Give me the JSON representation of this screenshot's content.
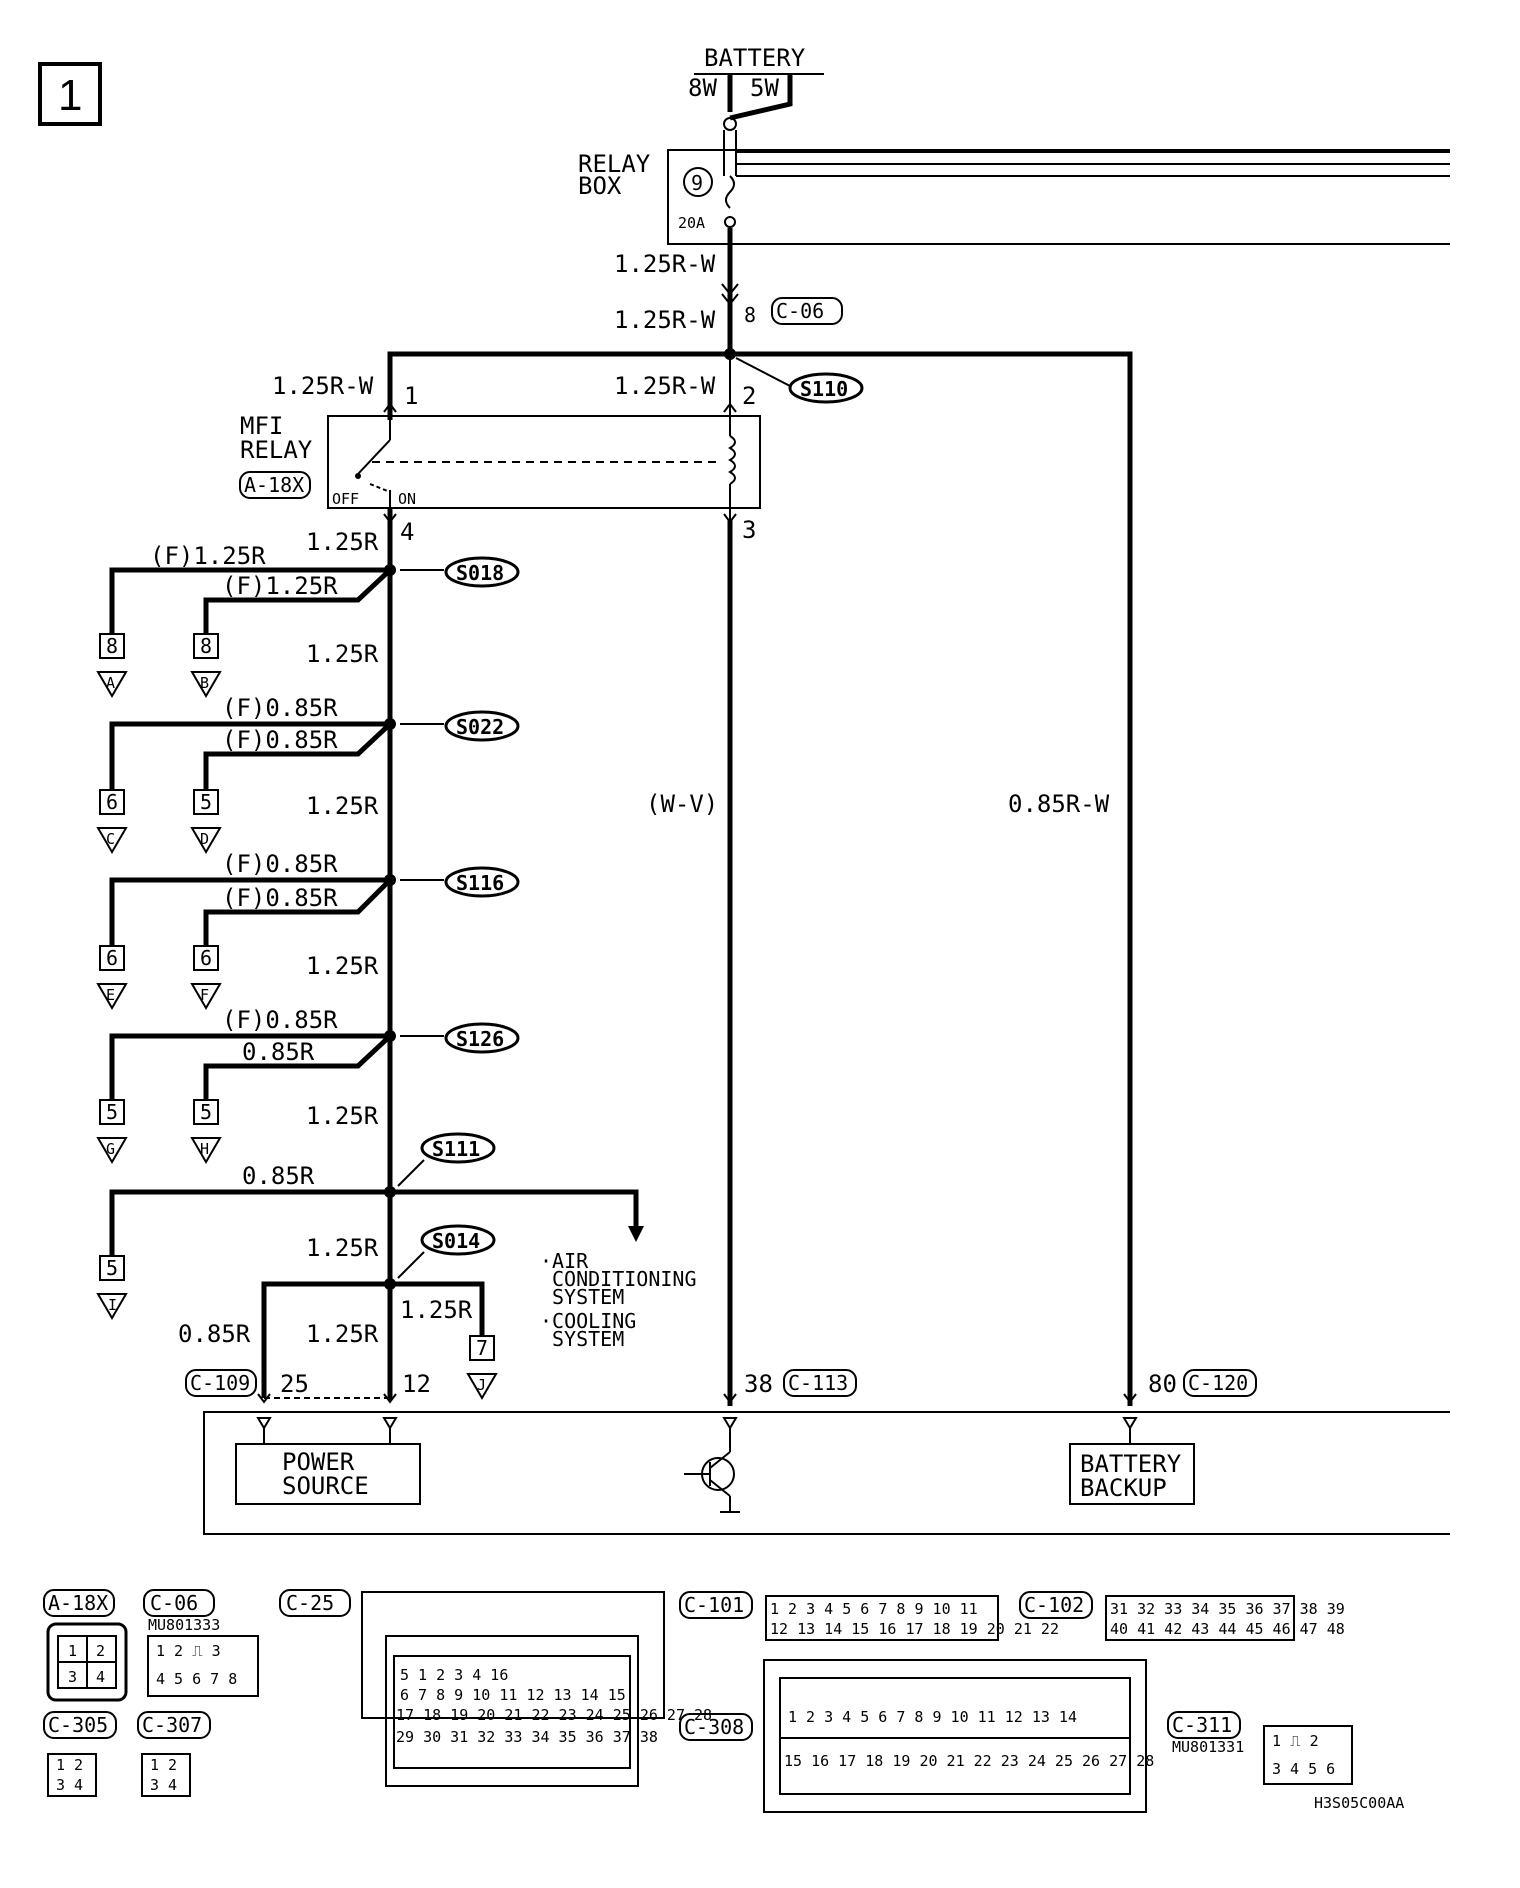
{
  "page_number": "1",
  "battery": {
    "label": "BATTERY",
    "w8": "8W",
    "w5": "5W"
  },
  "relay_box": {
    "label1": "RELAY",
    "label2": "BOX",
    "fuse_num": "9",
    "fuse_amp": "20A"
  },
  "wires": {
    "rw": "1.25R-W",
    "r125": "1.25R",
    "r085": "0.85R",
    "f125": "(F)1.25R",
    "f085": "(F)0.85R",
    "wv": "(W-V)",
    "rw085": "0.85R-W"
  },
  "pins": {
    "p8": "8",
    "p1": "1",
    "p2": "2",
    "p3": "3",
    "p4": "4",
    "p25": "25",
    "p12": "12",
    "p38": "38",
    "p80": "80"
  },
  "connectors": {
    "c06": "C-06",
    "a18x": "A-18X",
    "c109": "C-109",
    "c113": "C-113",
    "c120": "C-120",
    "c25": "C-25",
    "c101": "C-101",
    "c102": "C-102",
    "c305": "C-305",
    "c307": "C-307",
    "c308": "C-308",
    "c311": "C-311"
  },
  "splices": [
    "S110",
    "S018",
    "S022",
    "S116",
    "S126",
    "S111",
    "S014"
  ],
  "mfi_relay": {
    "label1": "MFI",
    "label2": "RELAY",
    "off": "OFF",
    "on": "ON"
  },
  "branches": [
    {
      "terminal": "8",
      "arrow": "A"
    },
    {
      "terminal": "8",
      "arrow": "B"
    },
    {
      "terminal": "6",
      "arrow": "C"
    },
    {
      "terminal": "5",
      "arrow": "D"
    },
    {
      "terminal": "6",
      "arrow": "E"
    },
    {
      "terminal": "6",
      "arrow": "F"
    },
    {
      "terminal": "5",
      "arrow": "G"
    },
    {
      "terminal": "5",
      "arrow": "H"
    },
    {
      "terminal": "5",
      "arrow": "I"
    },
    {
      "terminal": "7",
      "arrow": "J"
    }
  ],
  "systems": {
    "ac1": "·AIR",
    "ac2": "CONDITIONING",
    "ac3": "SYSTEM",
    "cool1": "·COOLING",
    "cool2": "SYSTEM"
  },
  "ecu": {
    "power1": "POWER",
    "power2": "SOURCE",
    "backup1": "BATTERY",
    "backup2": "BACKUP"
  },
  "part_numbers": {
    "c06": "MU801333",
    "c311": "MU801331"
  },
  "drawing_code": "H3S05C00AA"
}
